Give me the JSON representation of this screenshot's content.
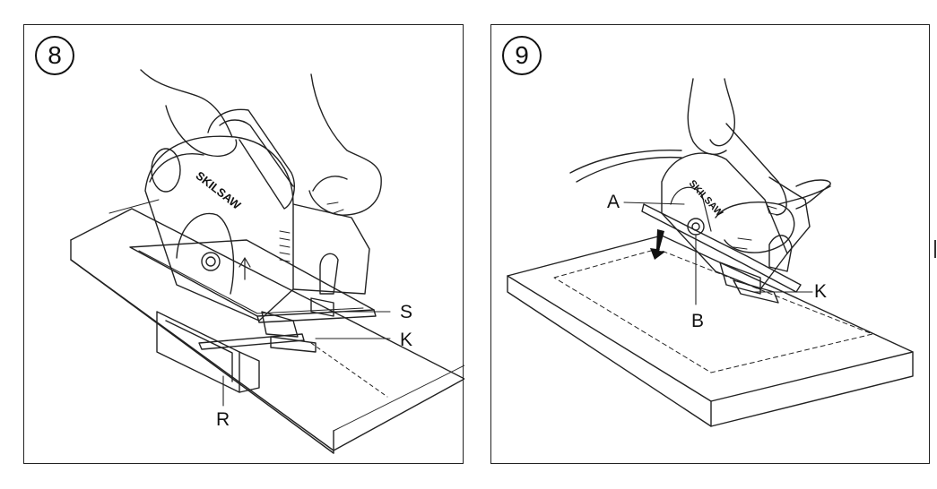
{
  "figures": [
    {
      "step": "8",
      "brand": "SKILSAW",
      "callouts": {
        "s": "S",
        "k": "K",
        "r": "R"
      }
    },
    {
      "step": "9",
      "brand": "SKILSAW",
      "callouts": {
        "a": "A",
        "b": "B",
        "k": "K"
      }
    }
  ]
}
